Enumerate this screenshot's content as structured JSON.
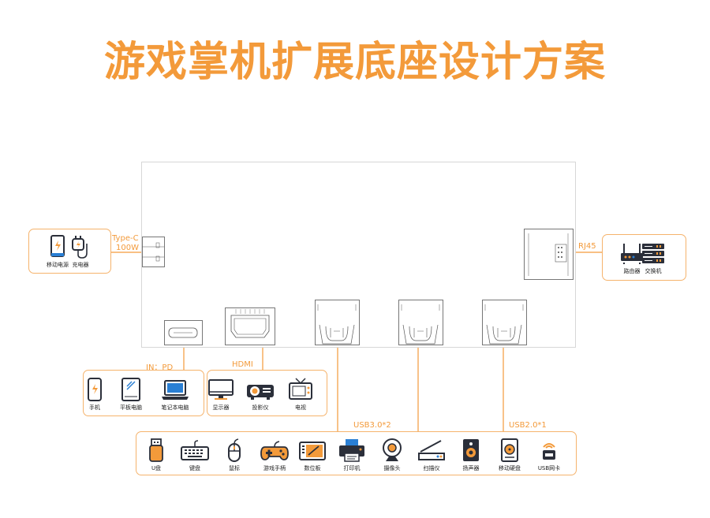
{
  "title": "游戏掌机扩展底座设计方案",
  "ports": {
    "typec": "Type-C",
    "watt": "100W",
    "rj45": "RJ45",
    "in_pd": "IN：PD",
    "hdmi": "HDMI",
    "usb30": "USB3.0*2",
    "usb20": "USB2.0*1"
  },
  "power": [
    {
      "name": "移动电源",
      "icon": "power-bank-icon"
    },
    {
      "name": "充电器",
      "icon": "charger-icon"
    }
  ],
  "network": [
    {
      "name": "路由器",
      "icon": "router-icon"
    },
    {
      "name": "交换机",
      "icon": "switch-icon"
    }
  ],
  "pd_devices": [
    {
      "name": "手机",
      "icon": "phone-icon"
    },
    {
      "name": "平板电脑",
      "icon": "tablet-icon"
    },
    {
      "name": "笔记本电脑",
      "icon": "laptop-icon"
    }
  ],
  "hdmi_devices": [
    {
      "name": "显示器",
      "icon": "monitor-icon"
    },
    {
      "name": "投影仪",
      "icon": "projector-icon"
    },
    {
      "name": "电视",
      "icon": "tv-icon"
    }
  ],
  "usb_devices": [
    {
      "name": "U盘",
      "icon": "usb-drive-icon"
    },
    {
      "name": "键盘",
      "icon": "keyboard-icon"
    },
    {
      "name": "鼠标",
      "icon": "mouse-icon"
    },
    {
      "name": "游戏手柄",
      "icon": "gamepad-icon"
    },
    {
      "name": "数位板",
      "icon": "drawing-tablet-icon"
    },
    {
      "name": "打印机",
      "icon": "printer-icon"
    },
    {
      "name": "摄像头",
      "icon": "webcam-icon"
    },
    {
      "name": "扫描仪",
      "icon": "scanner-icon"
    },
    {
      "name": "扬声器",
      "icon": "speaker-icon"
    },
    {
      "name": "移动硬盘",
      "icon": "hard-drive-icon"
    },
    {
      "name": "USB网卡",
      "icon": "wifi-adapter-icon"
    }
  ],
  "colors": {
    "accent": "#f39a3a",
    "dark": "#2b2f3a",
    "blue": "#2a7fd4"
  }
}
